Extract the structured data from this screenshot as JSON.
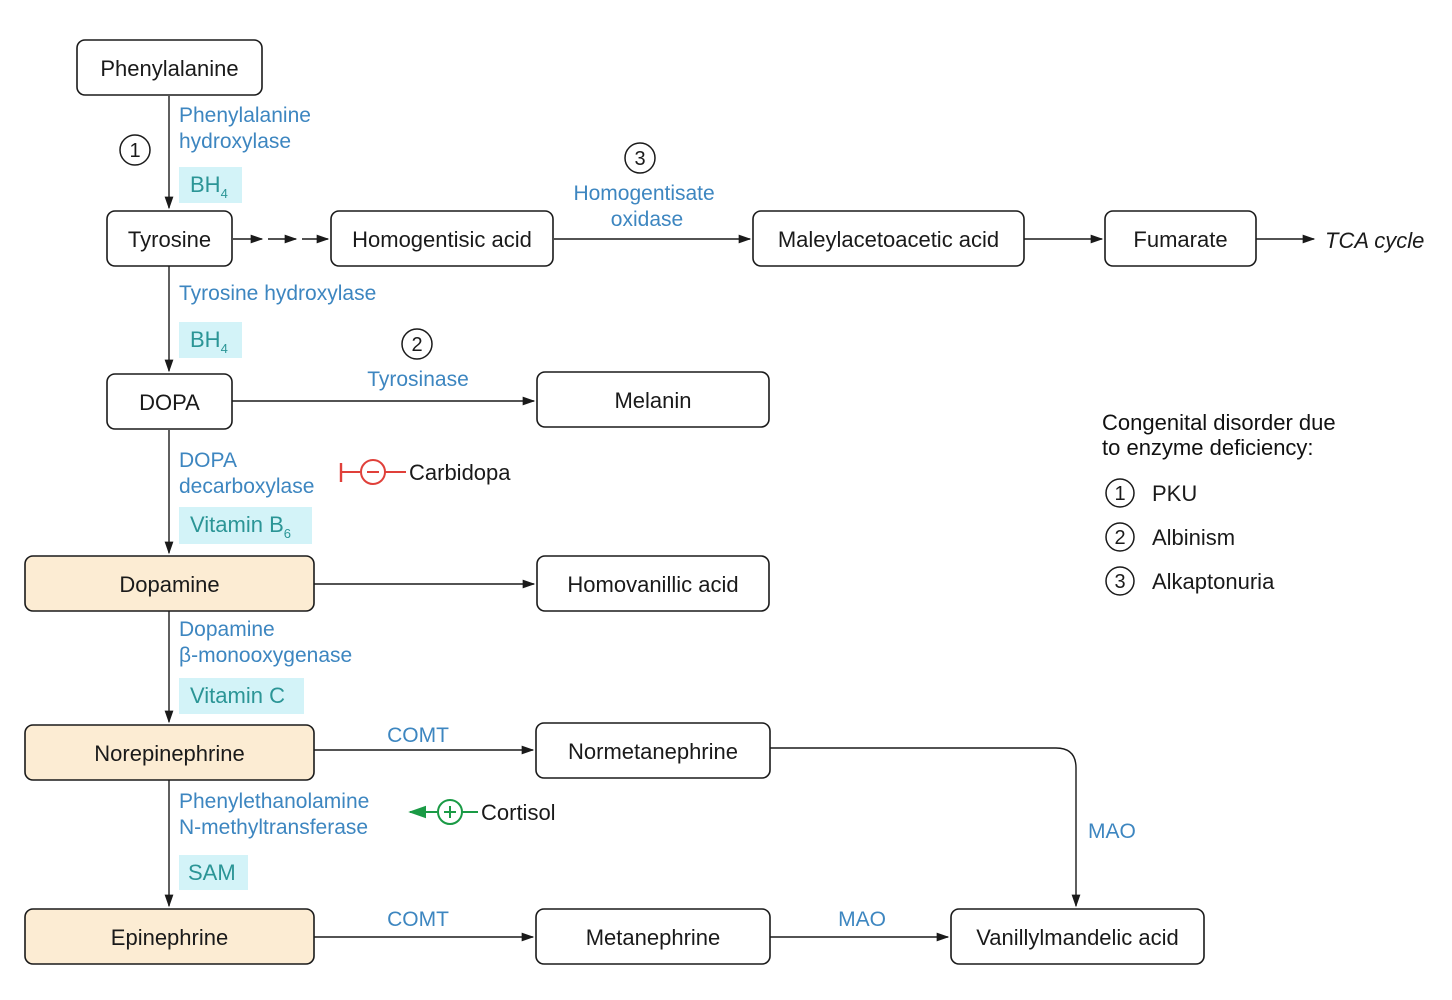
{
  "nodes": {
    "phenylalanine": {
      "label": "Phenylalanine",
      "highlight": false
    },
    "tyrosine": {
      "label": "Tyrosine",
      "highlight": false
    },
    "homogentisic_acid": {
      "label": "Homogentisic acid",
      "highlight": false
    },
    "maleylacetoacetic_acid": {
      "label": "Maleylacetoacetic acid",
      "highlight": false
    },
    "fumarate": {
      "label": "Fumarate",
      "highlight": false
    },
    "dopa": {
      "label": "DOPA",
      "highlight": false
    },
    "melanin": {
      "label": "Melanin",
      "highlight": false
    },
    "dopamine": {
      "label": "Dopamine",
      "highlight": true
    },
    "homovanillic_acid": {
      "label": "Homovanillic acid",
      "highlight": false
    },
    "norepinephrine": {
      "label": "Norepinephrine",
      "highlight": true
    },
    "normetanephrine": {
      "label": "Normetanephrine",
      "highlight": false
    },
    "epinephrine": {
      "label": "Epinephrine",
      "highlight": true
    },
    "metanephrine": {
      "label": "Metanephrine",
      "highlight": false
    },
    "vanillylmandelic_acid": {
      "label": "Vanillylmandelic acid",
      "highlight": false
    }
  },
  "tca_cycle_label": "TCA cycle",
  "enzymes": {
    "phenylalanine_hydroxylase": [
      "Phenylalanine",
      "hydroxylase"
    ],
    "homogentisate_oxidase": [
      "Homogentisate",
      "oxidase"
    ],
    "tyrosine_hydroxylase": [
      "Tyrosine hydroxylase"
    ],
    "tyrosinase": [
      "Tyrosinase"
    ],
    "dopa_decarboxylase": [
      "DOPA",
      "decarboxylase"
    ],
    "dopamine_monooxygenase": [
      "Dopamine",
      "β-monooxygenase"
    ],
    "pnmt": [
      "Phenylethanolamine",
      "N-methyltransferase"
    ],
    "comt_norepinephrine": "COMT",
    "comt_epinephrine": "COMT",
    "mao_normetanephrine": "MAO",
    "mao_metanephrine": "MAO"
  },
  "cofactors": {
    "bh4_1": {
      "main": "BH",
      "sub": "4"
    },
    "bh4_2": {
      "main": "BH",
      "sub": "4"
    },
    "vitamin_b6": {
      "main": "Vitamin B",
      "sub": "6"
    },
    "vitamin_c": {
      "main": "Vitamin C",
      "sub": ""
    },
    "sam": {
      "main": "SAM",
      "sub": ""
    }
  },
  "regulators": {
    "carbidopa": {
      "label": "Carbidopa",
      "effect": "inhibit",
      "symbol": "−",
      "color": "#e0403a"
    },
    "cortisol": {
      "label": "Cortisol",
      "effect": "stimulate",
      "symbol": "+",
      "color": "#1a9a45"
    }
  },
  "deficiency_markers": {
    "pku": "1",
    "albinism": "2",
    "alkaptonuria": "3"
  },
  "legend": {
    "title_line1": "Congenital disorder due",
    "title_line2": "to enzyme deficiency:",
    "items": [
      {
        "number": "1",
        "label": "PKU"
      },
      {
        "number": "2",
        "label": "Albinism"
      },
      {
        "number": "3",
        "label": "Alkaptonuria"
      }
    ]
  },
  "colors": {
    "enzyme_text": "#3d86c0",
    "cofactor_bg": "#d3f3f8",
    "cofactor_text": "#2b9596",
    "highlight_node": "#fcecd3",
    "inhibitor": "#e0403a",
    "stimulator": "#1a9a45"
  }
}
